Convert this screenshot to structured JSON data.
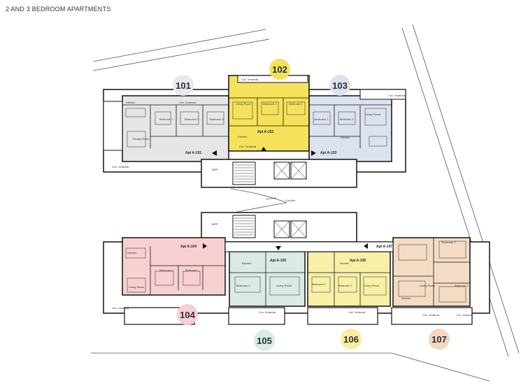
{
  "title": "2 AND 3 BEDROOM APARTMENTS",
  "colors": {
    "apt_101": "#e6e6e6",
    "apt_102": "#f6e25a",
    "apt_103": "#dde2f0",
    "apt_104": "#f7d0d2",
    "apt_105": "#d9ebe2",
    "apt_106": "#f8f0a6",
    "apt_107": "#f4dcc4",
    "core": "#ffffff",
    "wall": "#111111"
  },
  "upper_floor": {
    "badges": [
      {
        "number": "101",
        "color": "#e9e9e9"
      },
      {
        "number": "102",
        "color": "#f6e25a"
      },
      {
        "number": "103",
        "color": "#dde2f0"
      }
    ],
    "rooms": {
      "apt_101": [
        "Kitchen",
        "Cov. Veranda",
        "Bedroom 1",
        "Bedroom 2",
        "Bedroom 3",
        "Dining Room",
        "Apt A-101",
        "Cov. Veranda"
      ],
      "apt_102": [
        "Cov. Veranda",
        "Living Room",
        "Bedroom 1",
        "Bedroom 2",
        "Kitchen",
        "Apt A-102",
        "Cov. Veranda"
      ],
      "apt_103": [
        "Cov. Veranda",
        "Living Room",
        "Bedroom 1",
        "Bedroom 2",
        "Kitchen",
        "Apt A-103"
      ],
      "core": [
        "MEP"
      ]
    },
    "corridor_label": "Corridor"
  },
  "lower_floor": {
    "badges": [
      {
        "number": "104",
        "color": "#f7cfd1"
      },
      {
        "number": "105",
        "color": "#d9ebe2"
      },
      {
        "number": "106",
        "color": "#f8ee9a"
      },
      {
        "number": "107",
        "color": "#f4d8bd"
      }
    ],
    "rooms": {
      "apt_104": [
        "Kitchen",
        "Apt A-104",
        "Bedroom 2",
        "Bedroom 1",
        "Living Room",
        "Cov. Veranda"
      ],
      "apt_105": [
        "Kitchen",
        "Apt A-105",
        "Bedroom 1",
        "Living Room",
        "Cov. Veranda"
      ],
      "apt_106": [
        "Kitchen",
        "Apt A-106",
        "Bedroom 2",
        "Bedroom 1",
        "Living Room",
        "Cov. Veranda"
      ],
      "apt_107": [
        "Apt A-107",
        "Bedroom 2",
        "Bedroom 3",
        "Living Room",
        "Kitchen",
        "Cov. Veranda",
        "Cov. Veranda"
      ],
      "core": [
        "MEP"
      ]
    }
  }
}
